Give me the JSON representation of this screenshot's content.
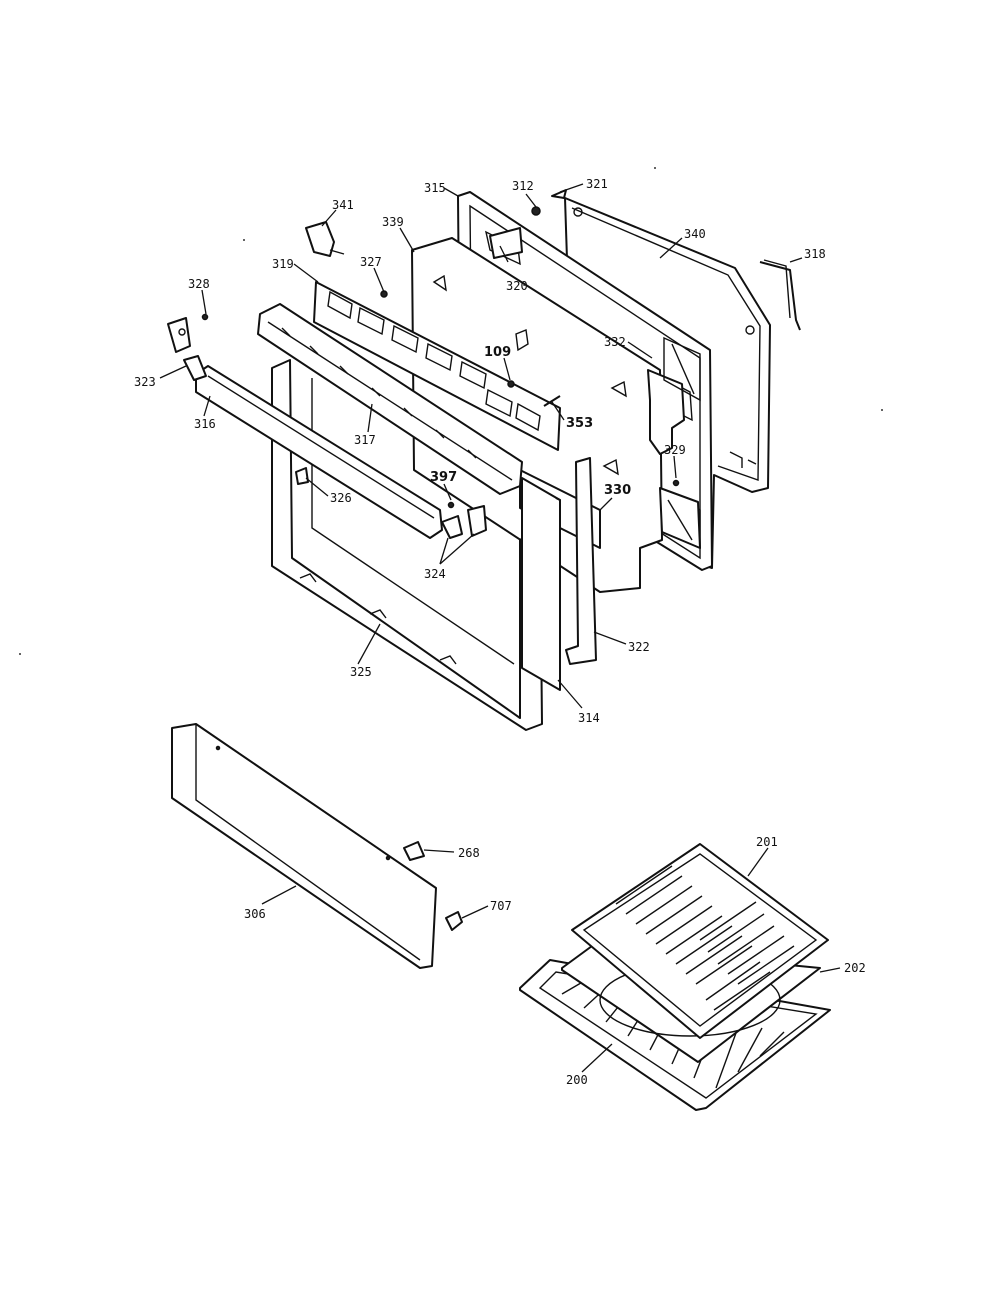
{
  "callouts": {
    "c312": "312",
    "c321": "321",
    "c315": "315",
    "c341": "341",
    "c339": "339",
    "c340": "340",
    "c318": "318",
    "c319": "319",
    "c327": "327",
    "c328": "328",
    "c320": "320",
    "c332": "332",
    "c109": "109",
    "c323": "323",
    "c353": "353",
    "c316": "316",
    "c317": "317",
    "c329": "329",
    "c397": "397",
    "c326": "326",
    "c330": "330",
    "c324": "324",
    "c322": "322",
    "c325": "325",
    "c314": "314",
    "c268": "268",
    "c707": "707",
    "c306": "306",
    "c201": "201",
    "c202": "202",
    "c200": "200"
  }
}
